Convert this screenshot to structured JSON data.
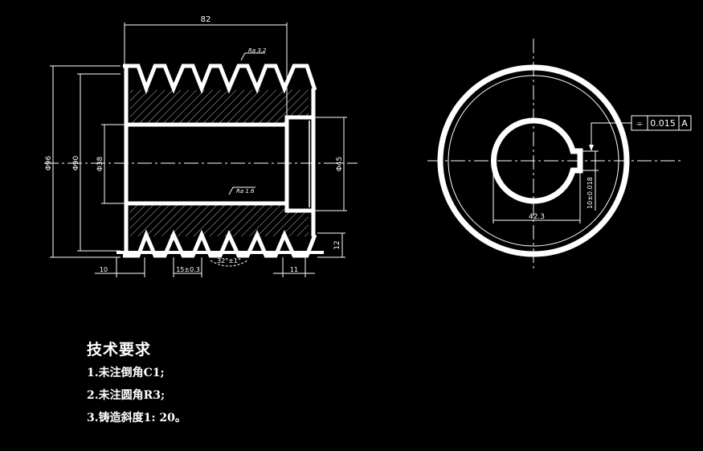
{
  "dimensions": {
    "overall_length": "82",
    "outer_diameter": "Φ96",
    "groove_diameter": "Φ90",
    "bore_diameter": "Φ38",
    "counterbore_diameter": "Φ45",
    "groove_depth": "12",
    "edge_offset": "10",
    "groove_pitch": "15±0.3",
    "groove_angle": "32°±1°",
    "end_width": "11",
    "keyway_depth": "42.3",
    "keyway_width": "10±0.018",
    "roughness_groove": "Ra 3.2",
    "roughness_bore": "Ra 1.6"
  },
  "tolerance_frame": {
    "symbol": "⌯",
    "value": "0.015",
    "datum": "A"
  },
  "technical_requirements": {
    "title": "技术要求",
    "items": [
      "1.未注倒角C1;",
      "2.未注圆角R3;",
      "3.铸造斜度1: 20。"
    ]
  }
}
